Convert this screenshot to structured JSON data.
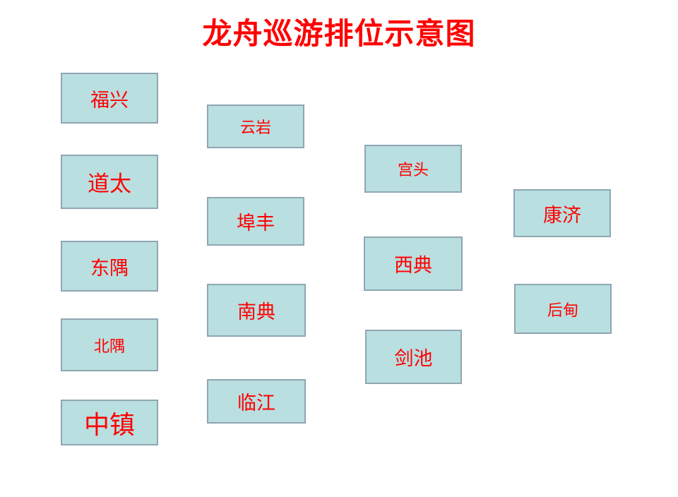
{
  "title": "龙舟巡游排位示意图",
  "columns": [
    {
      "boxes": [
        "福兴",
        "道太",
        "东隅",
        "北隅",
        "中镇"
      ]
    },
    {
      "boxes": [
        "云岩",
        "埠丰",
        "南典",
        "临江"
      ]
    },
    {
      "boxes": [
        "宫头",
        "西典",
        "剑池"
      ]
    },
    {
      "boxes": [
        "康济",
        "后甸"
      ]
    }
  ],
  "colors": {
    "title": "#ff0000",
    "box_text": "#ff0000",
    "box_fill": "#b9dfe0",
    "box_border": "#8fa6b2"
  }
}
